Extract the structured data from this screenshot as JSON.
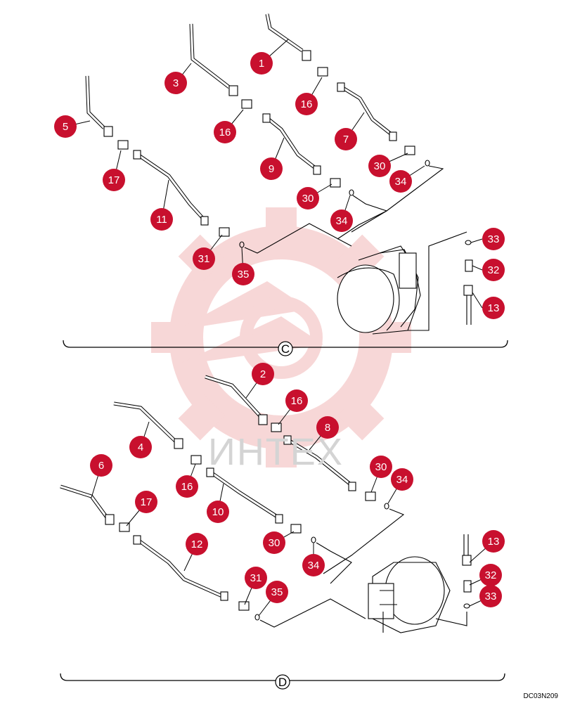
{
  "drawing_code": "DC03N209",
  "watermark": {
    "text": "ИНТЕХ",
    "logo": "gear-logo"
  },
  "sections": {
    "C": {
      "label": "C"
    },
    "D": {
      "label": "D"
    }
  },
  "callouts_c": [
    {
      "id": "c1",
      "label": "1"
    },
    {
      "id": "c3",
      "label": "3"
    },
    {
      "id": "c5",
      "label": "5"
    },
    {
      "id": "c16a",
      "label": "16"
    },
    {
      "id": "c16b",
      "label": "16"
    },
    {
      "id": "c7",
      "label": "7"
    },
    {
      "id": "c17",
      "label": "17"
    },
    {
      "id": "c9",
      "label": "9"
    },
    {
      "id": "c30a",
      "label": "30"
    },
    {
      "id": "c34a",
      "label": "34"
    },
    {
      "id": "c30b",
      "label": "30"
    },
    {
      "id": "c34b",
      "label": "34"
    },
    {
      "id": "c11",
      "label": "11"
    },
    {
      "id": "c31",
      "label": "31"
    },
    {
      "id": "c35",
      "label": "35"
    },
    {
      "id": "c33",
      "label": "33"
    },
    {
      "id": "c32",
      "label": "32"
    },
    {
      "id": "c13",
      "label": "13"
    }
  ],
  "callouts_d": [
    {
      "id": "d2",
      "label": "2"
    },
    {
      "id": "d16a",
      "label": "16"
    },
    {
      "id": "d8",
      "label": "8"
    },
    {
      "id": "d4",
      "label": "4"
    },
    {
      "id": "d30a",
      "label": "30"
    },
    {
      "id": "d34a",
      "label": "34"
    },
    {
      "id": "d6",
      "label": "6"
    },
    {
      "id": "d16b",
      "label": "16"
    },
    {
      "id": "d17",
      "label": "17"
    },
    {
      "id": "d10",
      "label": "10"
    },
    {
      "id": "d13",
      "label": "13"
    },
    {
      "id": "d12",
      "label": "12"
    },
    {
      "id": "d30b",
      "label": "30"
    },
    {
      "id": "d34b",
      "label": "34"
    },
    {
      "id": "d31",
      "label": "31"
    },
    {
      "id": "d35",
      "label": "35"
    },
    {
      "id": "d32",
      "label": "32"
    },
    {
      "id": "d33",
      "label": "33"
    }
  ],
  "colors": {
    "callout": "#c8102e",
    "line": "#000000",
    "watermark": "#f2c4c4"
  }
}
